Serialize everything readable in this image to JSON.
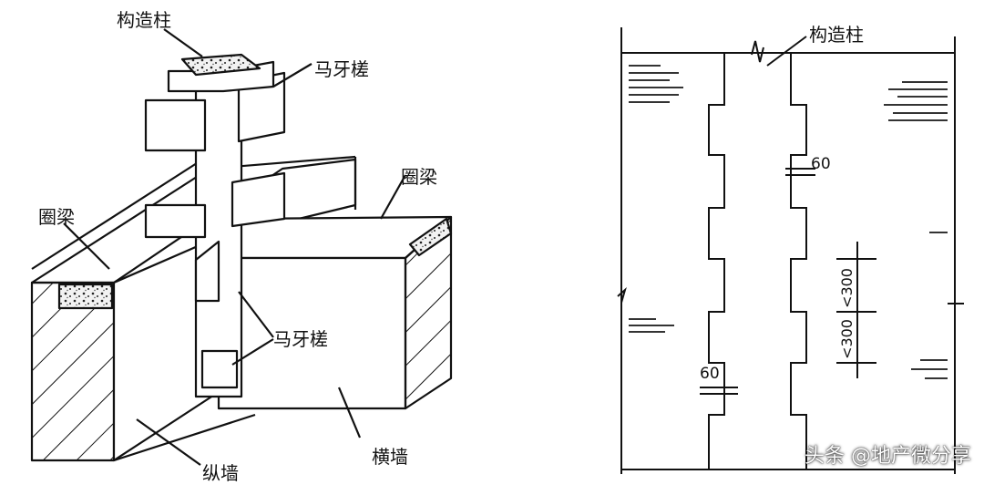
{
  "left_view": {
    "labels": {
      "column": "构造柱",
      "maya_top": "马牙槎",
      "ring_beam_left": "圈梁",
      "ring_beam_right": "圈梁",
      "maya_middle": "马牙槎",
      "cross_wall": "横墙",
      "longitudinal_wall": "纵墙"
    }
  },
  "right_view": {
    "labels": {
      "column": "构造柱",
      "dim_60_top": "60",
      "dim_60_bottom": "60",
      "dim_300_top": "<300",
      "dim_300_bottom": "<300"
    }
  },
  "watermark": "头条 @地产微分享"
}
